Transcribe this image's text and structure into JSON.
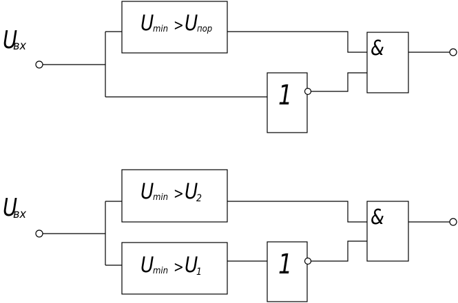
{
  "colors": {
    "line": "#000000",
    "background": "#ffffff"
  },
  "circuits": [
    {
      "input_label": {
        "symbol": "U",
        "subscript": "вх"
      },
      "comparators": [
        {
          "lhs": "U",
          "lhs_subscript": "min",
          "operator": ">",
          "rhs": "U",
          "rhs_subscript": "пор"
        }
      ],
      "inverter": {
        "label": "1"
      },
      "and_gate": {
        "label": "&"
      }
    },
    {
      "input_label": {
        "symbol": "U",
        "subscript": "вх"
      },
      "comparators": [
        {
          "lhs": "U",
          "lhs_subscript": "min",
          "operator": ">",
          "rhs": "U",
          "rhs_subscript": "2"
        },
        {
          "lhs": "U",
          "lhs_subscript": "min",
          "operator": ">",
          "rhs": "U",
          "rhs_subscript": "1"
        }
      ],
      "inverter": {
        "label": "1"
      },
      "and_gate": {
        "label": "&"
      }
    }
  ]
}
